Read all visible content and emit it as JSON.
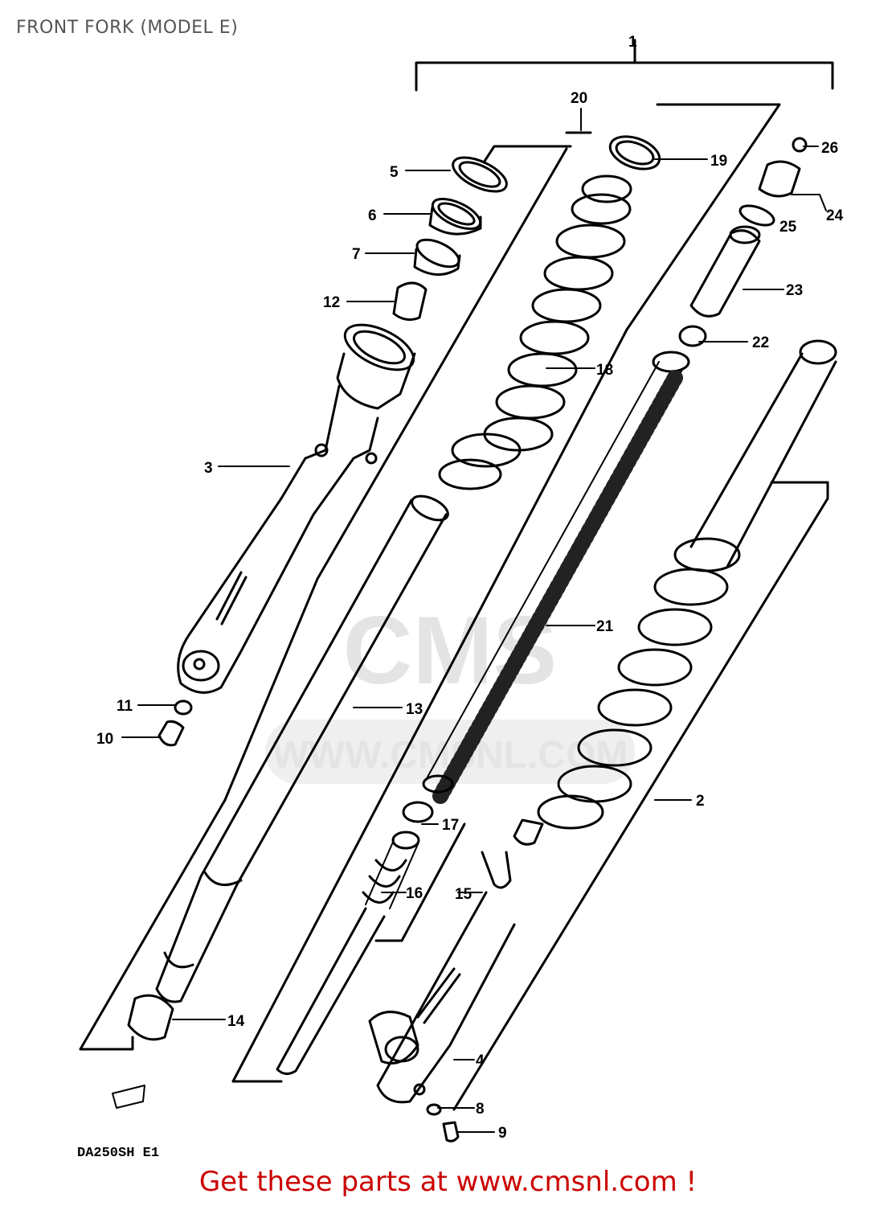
{
  "title": "FRONT FORK (MODEL E)",
  "model_code": "DA250SH E1",
  "footer_text": "Get these parts at www.cmsnl.com !",
  "watermark": {
    "brand": "CMS",
    "url": "WWW.CMSNL.COM"
  },
  "callouts": [
    "1",
    "2",
    "3",
    "4",
    "5",
    "6",
    "7",
    "8",
    "9",
    "10",
    "11",
    "12",
    "13",
    "14",
    "15",
    "16",
    "17",
    "18",
    "19",
    "20",
    "21",
    "22",
    "23",
    "24",
    "25",
    "26"
  ],
  "colors": {
    "footer": "#cc0000",
    "title": "#555555",
    "watermark": "#e4e4e4"
  }
}
